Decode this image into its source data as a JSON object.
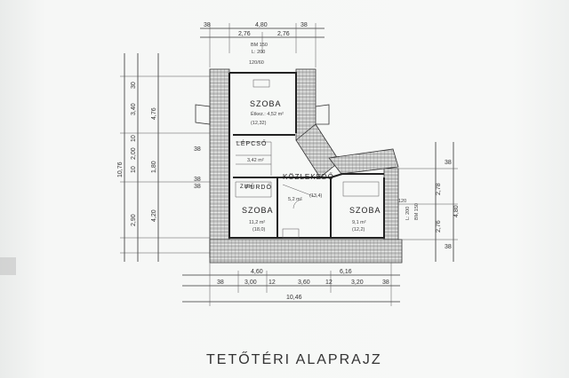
{
  "plan": {
    "title": "TETŐTÉRI ALAPRAJZ",
    "rooms": {
      "szoba_top": {
        "name": "SZOBA",
        "sub": "Étkez.: 4,52 m²",
        "area": "(12,32)"
      },
      "lepcso": {
        "name": "LÉPCSŐ",
        "sub": "3,42 m²"
      },
      "furdo": {
        "name": "FÜRDŐ"
      },
      "zuh": {
        "name": "ZUH"
      },
      "kozlekedo": {
        "name": "KÖZLEKEDŐ",
        "sub": "5,2 m²",
        "area": "(13,4)"
      },
      "szoba_left": {
        "name": "SZOBA",
        "sub": "11,2 m²",
        "area": "(18,0)"
      },
      "szoba_right": {
        "name": "SZOBA",
        "sub": "9,1 m²",
        "area": "(12,2)"
      }
    },
    "dims": {
      "top": [
        "38",
        "4,80",
        "38",
        "2,76",
        "2,76",
        "BM 150",
        "L: 200",
        "120/60"
      ],
      "bottom": [
        "4,60",
        "6,16",
        "38",
        "3,00",
        "12",
        "3,60",
        "12",
        "3,20",
        "38",
        "10,46"
      ],
      "left": [
        "30",
        "3,40",
        "4,76",
        "10,76",
        "10",
        "2,00",
        "10",
        "1,80",
        "4,20",
        "2,90",
        "38",
        "38",
        "38"
      ],
      "right": [
        "38",
        "2,78",
        "4,80",
        "2,76",
        "38",
        "120",
        "L: 200",
        "BM 150"
      ]
    }
  }
}
